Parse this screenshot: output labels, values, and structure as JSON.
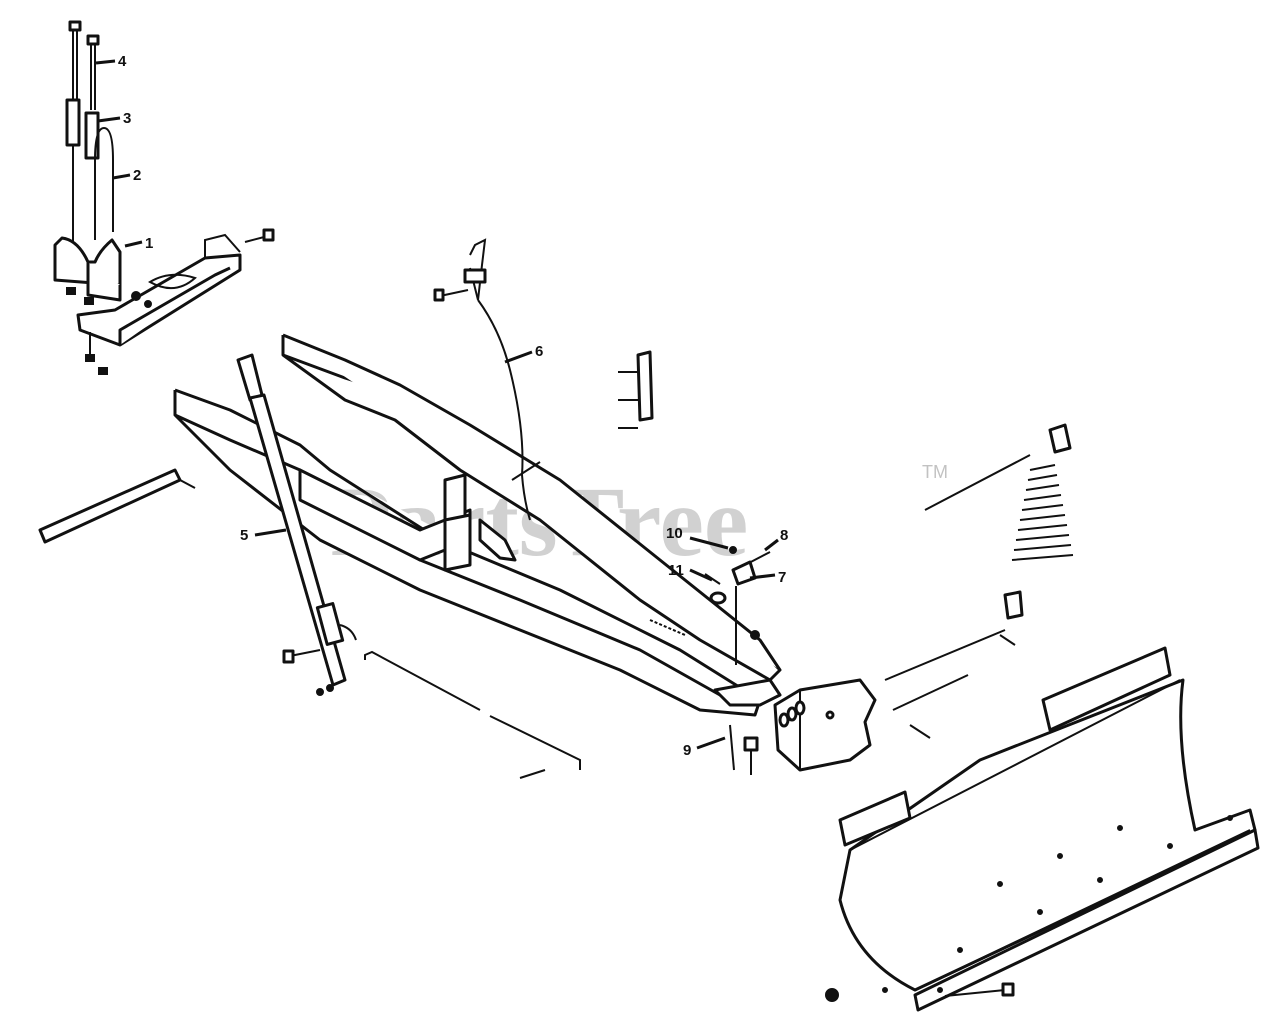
{
  "watermark": {
    "text": "PartsTree",
    "trademark": "TM"
  },
  "callouts": [
    {
      "id": "1",
      "label": "1"
    },
    {
      "id": "2",
      "label": "2"
    },
    {
      "id": "3",
      "label": "3"
    },
    {
      "id": "4",
      "label": "4"
    },
    {
      "id": "5",
      "label": "5"
    },
    {
      "id": "6",
      "label": "6"
    },
    {
      "id": "7",
      "label": "7"
    },
    {
      "id": "8",
      "label": "8"
    },
    {
      "id": "9",
      "label": "9"
    },
    {
      "id": "10",
      "label": "10"
    },
    {
      "id": "11",
      "label": "11"
    }
  ],
  "colors": {
    "ink": "#111111",
    "watermark": "#9a9a9a",
    "background": "#ffffff"
  }
}
